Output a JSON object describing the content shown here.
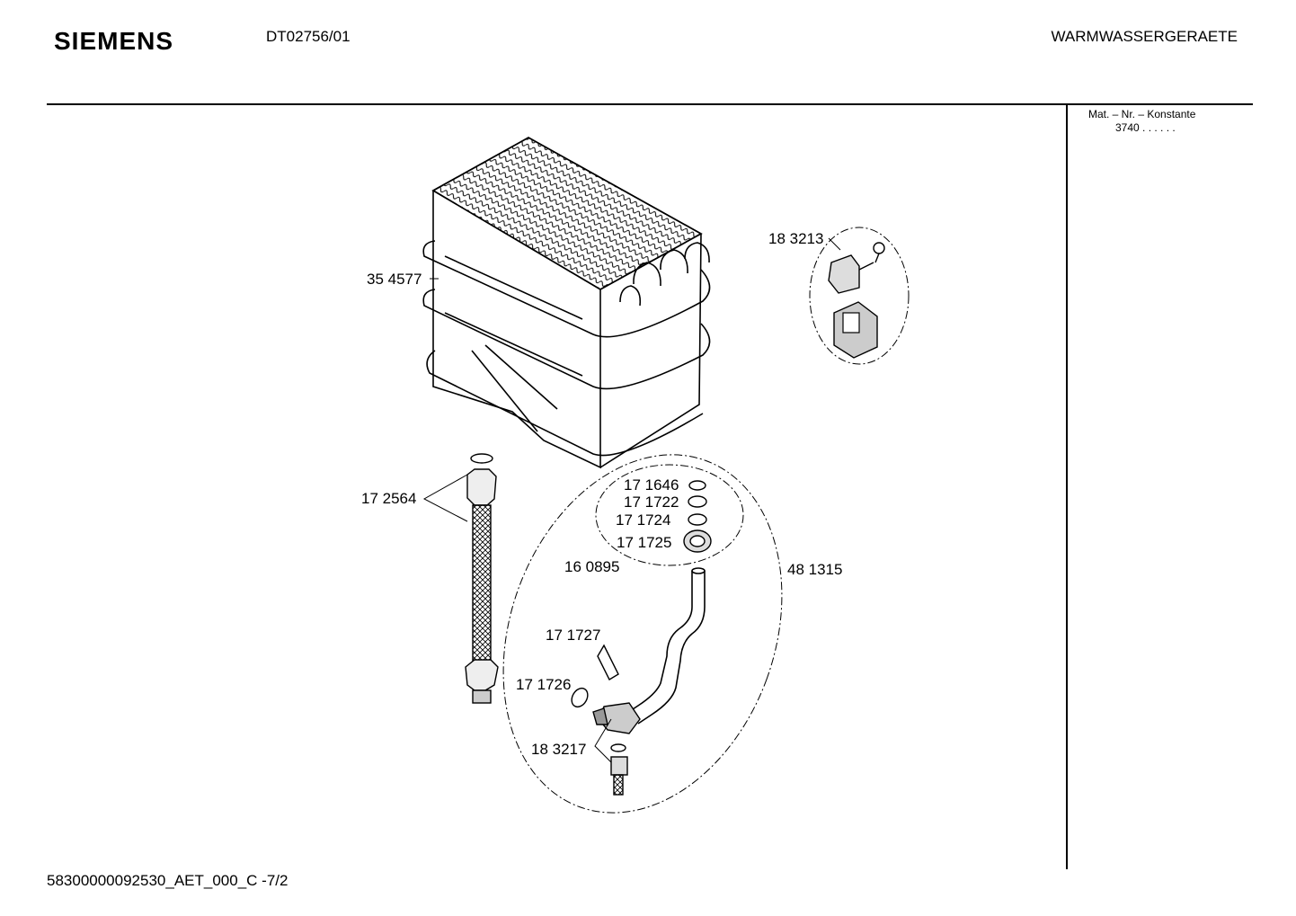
{
  "header": {
    "brand": "SIEMENS",
    "doc_number": "DT02756/01",
    "category": "WARMWASSERGERAETE"
  },
  "side_panel": {
    "label": "Mat. – Nr. – Konstante",
    "value": "3740  .   .   .  .  .  ."
  },
  "parts": {
    "heat_exchanger": "35 4577",
    "sensor_assembly": "18 3213",
    "hose": "17 2564",
    "seal_1": "17 1646",
    "seal_2": "17 1722",
    "seal_3": "17 1724",
    "nut": "17 1725",
    "pipe": "16 0895",
    "pipe_assembly": "48 1315",
    "clip": "17 1727",
    "o_ring": "17 1726",
    "valve": "18 3217"
  },
  "footer": {
    "code": "58300000092530_AET_000_C  -7/2"
  }
}
